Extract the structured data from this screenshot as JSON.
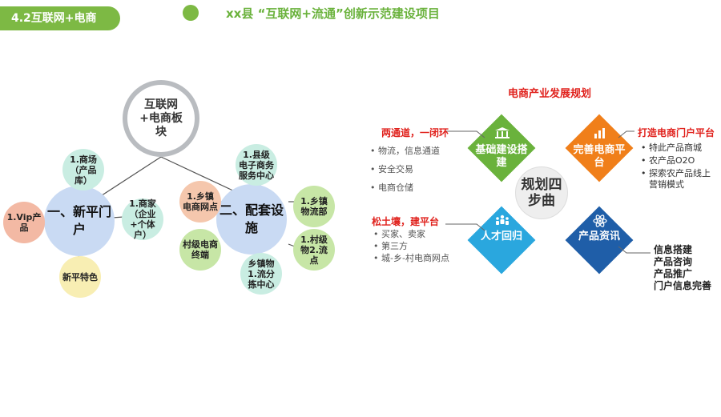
{
  "header": {
    "section_label": "4.2互联网+电商",
    "title": "xx县 “互联网+流通”创新示范建设项目"
  },
  "left_diagram": {
    "hub": "互联网+电商板块",
    "portal": {
      "label": "一、新平门户",
      "nodes": [
        "1.商场（产品库）",
        "1.商家（企业+个体户）",
        "新平特色",
        "1.Vip产品"
      ]
    },
    "infrastructure": {
      "label": "二、配套设施",
      "nodes": [
        "1.县级电子商务服务中心",
        "1.乡镇物流部",
        "1.村级物2.流点",
        "乡镇物1.流分拣中心",
        "村级电商终端",
        "1.乡镇电商网点"
      ]
    }
  },
  "right_diagram": {
    "title": "电商产业发展规划",
    "center": "规划四步曲",
    "steps": [
      {
        "label": "基础建设搭建",
        "color": "#6ab23c",
        "icon": "building-icon"
      },
      {
        "label": "完善电商平台",
        "color": "#f07f1a",
        "icon": "bar-chart-icon"
      },
      {
        "label": "人才回归",
        "color": "#2aa7de",
        "icon": "people-icon"
      },
      {
        "label": "产品资讯",
        "color": "#1f5ea8",
        "icon": "atom-icon"
      }
    ],
    "top_left": {
      "heading": "两通道，一闭环",
      "items": [
        "物流，信息通道",
        "安全交易",
        "电商仓储"
      ]
    },
    "top_right": {
      "heading": "打造电商门户平台",
      "items": [
        "特此产品商城",
        "农产品O2O",
        "探索农产品线上",
        "营销模式"
      ]
    },
    "bottom_left": {
      "heading": "松土壤，建平台",
      "items": [
        "买家、卖家",
        "第三方",
        "城-乡-村电商网点"
      ]
    },
    "bottom_right": {
      "items": [
        "信息搭建",
        "产品咨询",
        "产品推广",
        "门户信息完善"
      ]
    }
  },
  "colors": {
    "accent_green": "#7db944",
    "title_red": "#e0211c"
  }
}
